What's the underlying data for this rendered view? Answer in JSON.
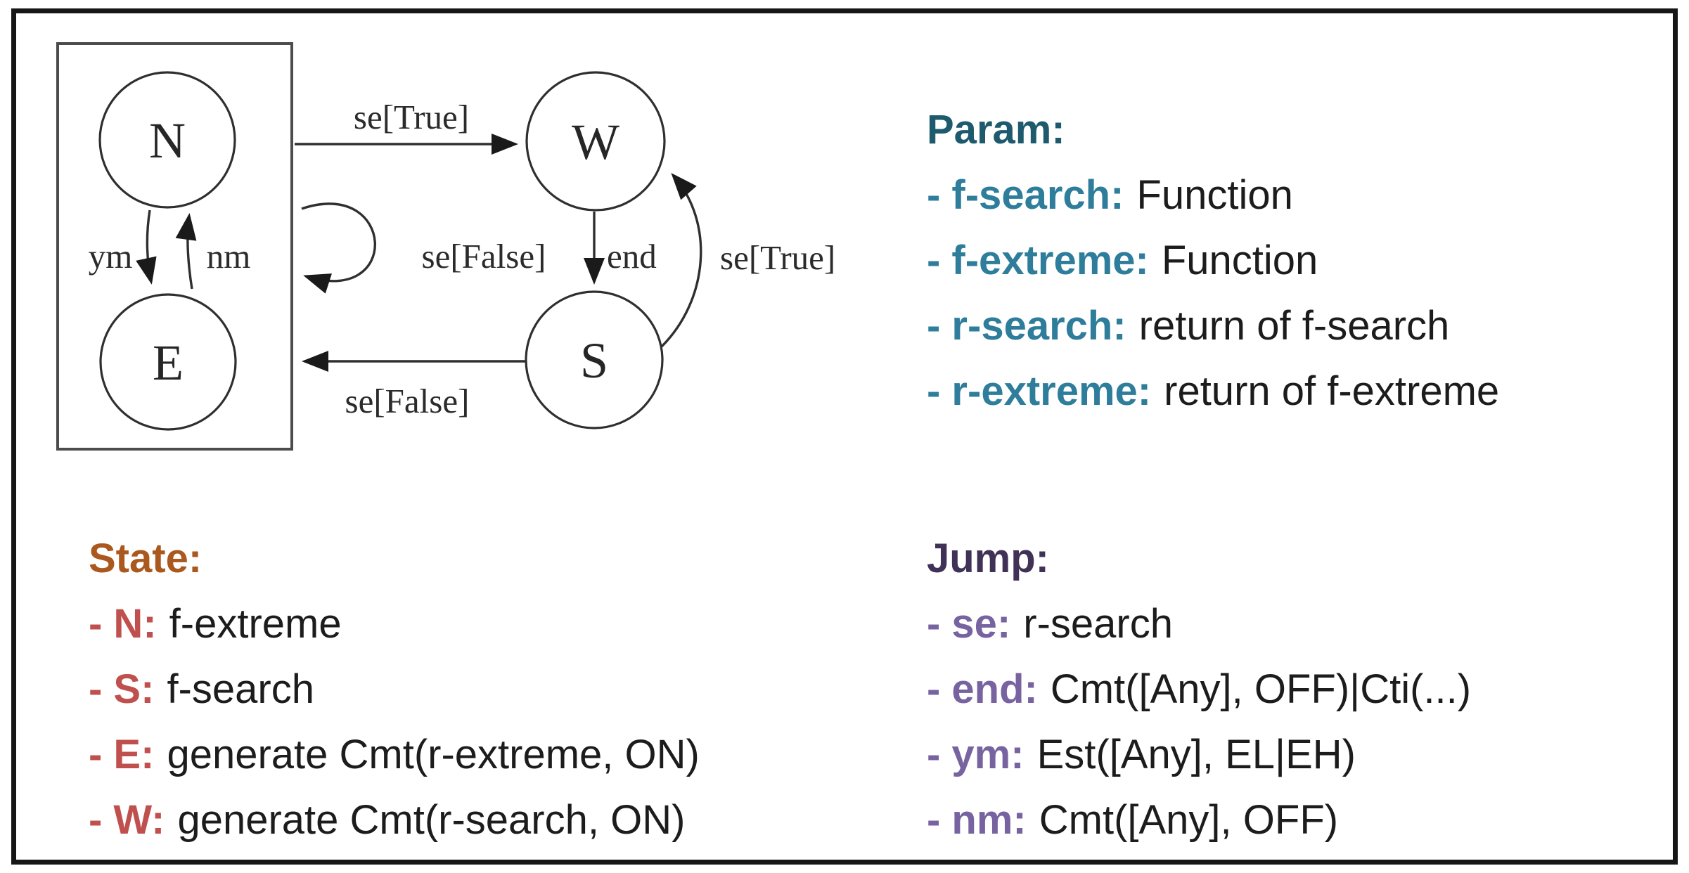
{
  "diagram": {
    "nodes": [
      {
        "id": "N",
        "label": "N"
      },
      {
        "id": "E",
        "label": "E"
      },
      {
        "id": "W",
        "label": "W"
      },
      {
        "id": "S",
        "label": "S"
      }
    ],
    "edges": [
      {
        "from": "NE-box",
        "to": "W",
        "label": "se[True]"
      },
      {
        "from": "NE-box",
        "to": "NE-box",
        "label": "se[False]"
      },
      {
        "from": "W",
        "to": "S",
        "label": "end"
      },
      {
        "from": "S",
        "to": "W",
        "label": "se[True]"
      },
      {
        "from": "S",
        "to": "E",
        "label": "se[False]"
      },
      {
        "from": "N",
        "to": "E",
        "label": "ym"
      },
      {
        "from": "E",
        "to": "N",
        "label": "nm"
      }
    ]
  },
  "legend": {
    "param": {
      "title": "Param:",
      "items": [
        {
          "key": "- f-search:",
          "value": "Function"
        },
        {
          "key": "- f-extreme:",
          "value": "Function"
        },
        {
          "key": "- r-search:",
          "value": "return of f-search"
        },
        {
          "key": "- r-extreme:",
          "value": "return of f-extreme"
        }
      ]
    },
    "state": {
      "title": "State:",
      "items": [
        {
          "key": "- N:",
          "value": "f-extreme"
        },
        {
          "key": "- S:",
          "value": "f-search"
        },
        {
          "key": "- E:",
          "value": "generate Cmt(r-extreme, ON)"
        },
        {
          "key": "- W:",
          "value": "generate Cmt(r-search, ON)"
        }
      ]
    },
    "jump": {
      "title": "Jump:",
      "items": [
        {
          "key": "- se:",
          "value": "r-search"
        },
        {
          "key": "- end:",
          "value": "Cmt([Any], OFF)|Cti(...)"
        },
        {
          "key": "- ym:",
          "value": "Est([Any], EL|EH)"
        },
        {
          "key": "- nm:",
          "value": "Cmt([Any], OFF)"
        }
      ]
    }
  },
  "colors": {
    "param_header": "#1d5a6d",
    "param_key": "#2e7d9b",
    "state_header": "#aa581e",
    "state_key": "#c0504d",
    "jump_header": "#403156",
    "jump_key": "#7863a1",
    "text": "#1c1c1c",
    "line": "#333333"
  }
}
